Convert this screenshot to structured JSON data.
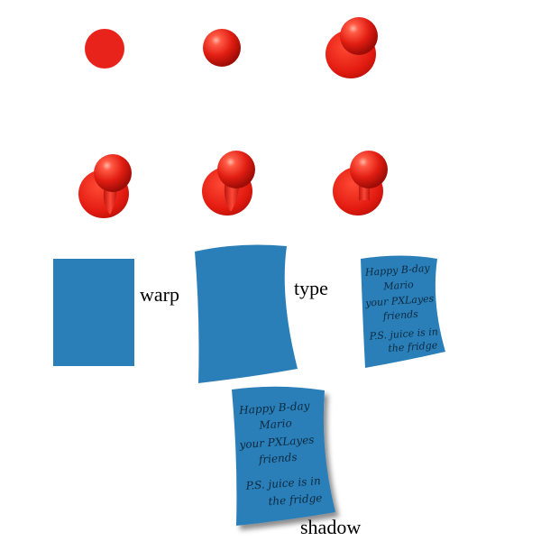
{
  "colors": {
    "pin_red": "#e8231b",
    "pin_dark": "#b8120c",
    "note_blue": "#2a7fb9"
  },
  "steps": {
    "warp": "warp",
    "type": "type",
    "shadow": "shadow"
  },
  "note": {
    "line1": "Happy B-day",
    "line2": "Mario",
    "line3": "your PXLayes",
    "line4": "friends",
    "line5": "P.S. juice is in",
    "line6": "the fridge"
  }
}
